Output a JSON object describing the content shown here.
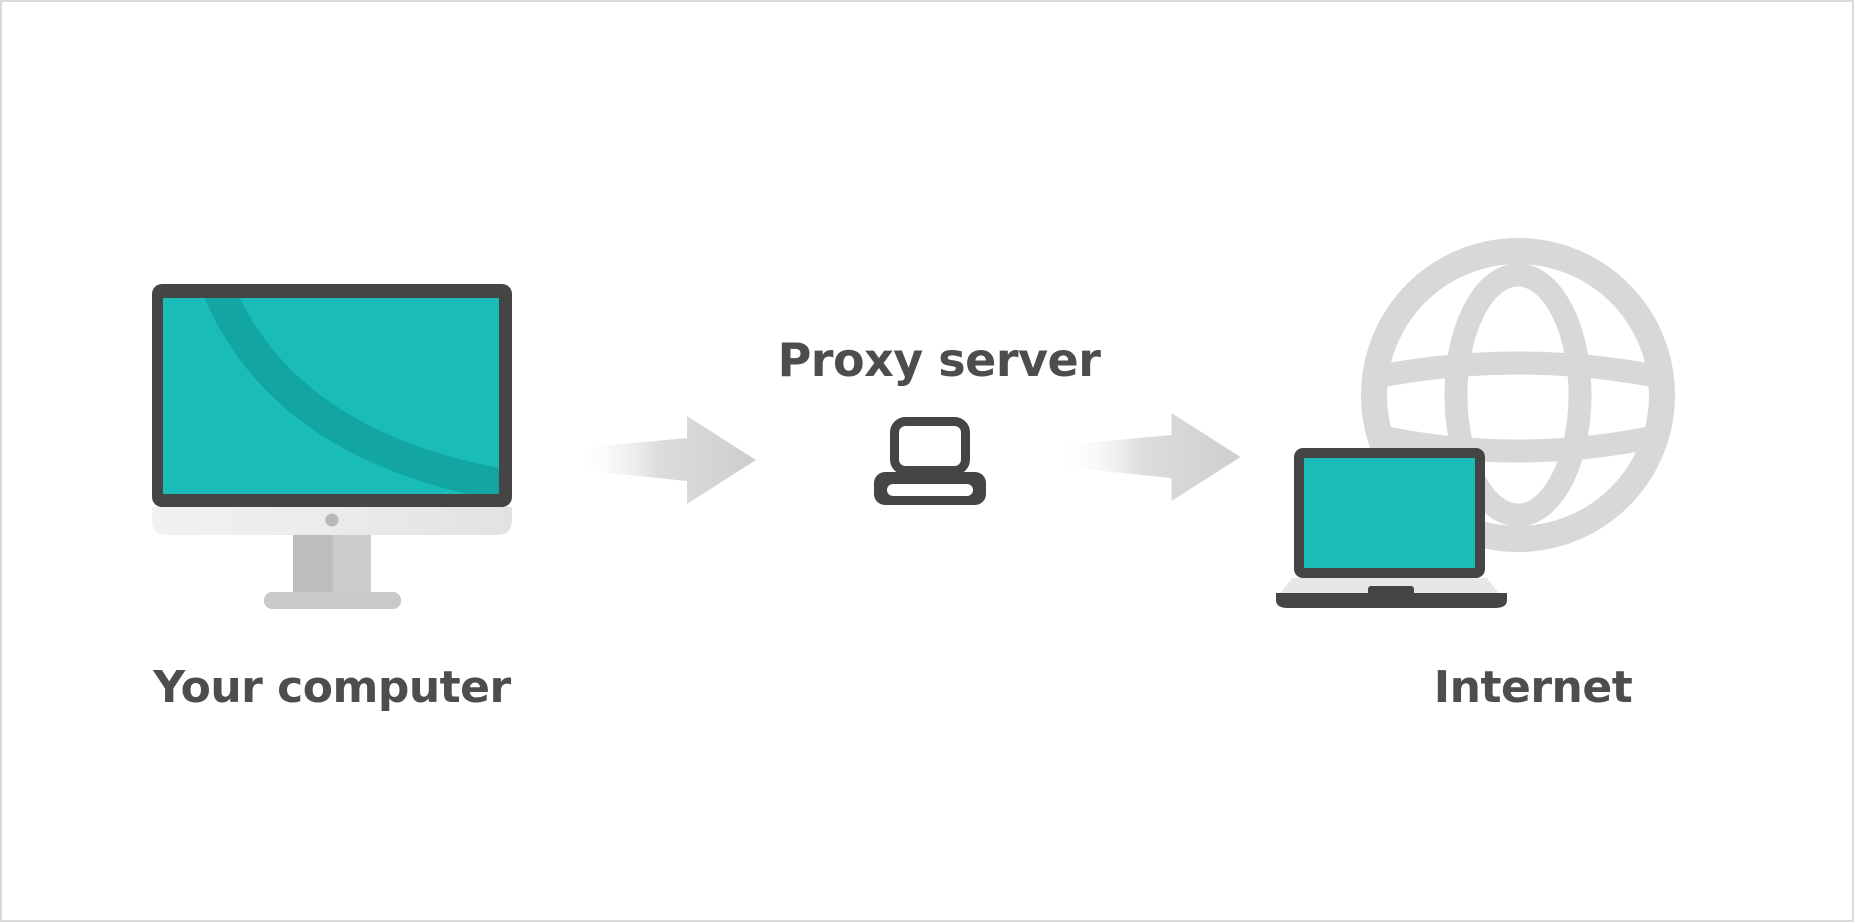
{
  "diagram_type": "proxy-server-flow",
  "nodes": {
    "your_computer": {
      "label": "Your computer",
      "icon": "desktop-computer-icon"
    },
    "proxy_server": {
      "label": "Proxy server",
      "icon": "laptop-outline-icon"
    },
    "internet": {
      "label": "Internet",
      "icon": "laptop-with-globe-icon"
    }
  },
  "connections": [
    {
      "from": "your_computer",
      "to": "proxy_server",
      "icon": "arrow-right-icon"
    },
    {
      "from": "proxy_server",
      "to": "internet",
      "icon": "arrow-right-icon"
    }
  ],
  "colors": {
    "screen-teal": "#19bcb8",
    "screen-teal-dark": "#12a5a2",
    "device-dark": "#454545",
    "text-dark": "#4d4d4d",
    "globe-gray": "#d8d8d8",
    "arrow-gray": "#d0d0d0",
    "stand-gray": "#c6c6c6",
    "chin-gray": "#e9e9e9",
    "deck-gray": "#e7e7e7",
    "page-border": "#d9d9d9",
    "background": "#ffffff"
  }
}
